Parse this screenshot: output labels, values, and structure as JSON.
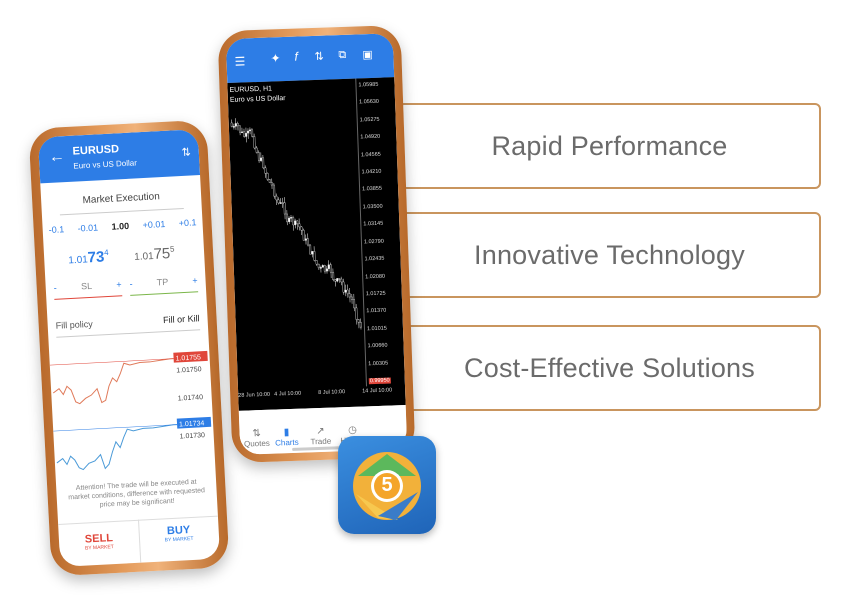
{
  "features": [
    {
      "label": "Rapid Performance"
    },
    {
      "label": "Innovative Technology"
    },
    {
      "label": "Cost-Effective Solutions"
    }
  ],
  "left_phone": {
    "symbol": "EURUSD",
    "description": "Euro vs US Dollar",
    "order_type": "Market Execution",
    "volume_steps": [
      "-0.1",
      "-0.01",
      "1.00",
      "+0.01",
      "+0.1"
    ],
    "bid_prefix": "1.01",
    "bid_big": "73",
    "bid_sup": "4",
    "ask_prefix": "1.01",
    "ask_big": "75",
    "ask_sup": "5",
    "sl_label": "SL",
    "tp_label": "TP",
    "minus": "-",
    "plus": "+",
    "fill_policy_label": "Fill policy",
    "fill_policy_value": "Fill or Kill",
    "price_labels": [
      "1.01755",
      "1.01750",
      "1.01740",
      "1.01734",
      "1.01730"
    ],
    "attention": "Attention! The trade will be executed at market conditions, difference with requested price may be significant!",
    "sell_label": "SELL",
    "sell_sub": "BY MARKET",
    "buy_label": "BUY",
    "buy_sub": "BY MARKET"
  },
  "right_phone": {
    "chart_title": "EURUSD, H1",
    "chart_subtitle": "Euro vs US Dollar",
    "y_ticks": [
      "1.05985",
      "1.05630",
      "1.05275",
      "1.04920",
      "1.04565",
      "1.04210",
      "1.03855",
      "1.03500",
      "1.03145",
      "1.02790",
      "1.02435",
      "1.02080",
      "1.01725",
      "1.01370",
      "1.01015",
      "1.00660",
      "1.00305",
      "0.99950"
    ],
    "x_ticks": [
      "28 Jun 10:00",
      "4 Jul 10:00",
      "8 Jul 10:00",
      "14 Jul 10:00"
    ],
    "tabs": [
      "Quotes",
      "Charts",
      "Trade",
      "History"
    ],
    "active_tab": "Charts"
  },
  "app_icon_number": "5",
  "colors": {
    "accent_blue": "#2d7de6",
    "copper": "#c9955e",
    "sell_red": "#e0463a",
    "buy_blue": "#2d7de6"
  }
}
